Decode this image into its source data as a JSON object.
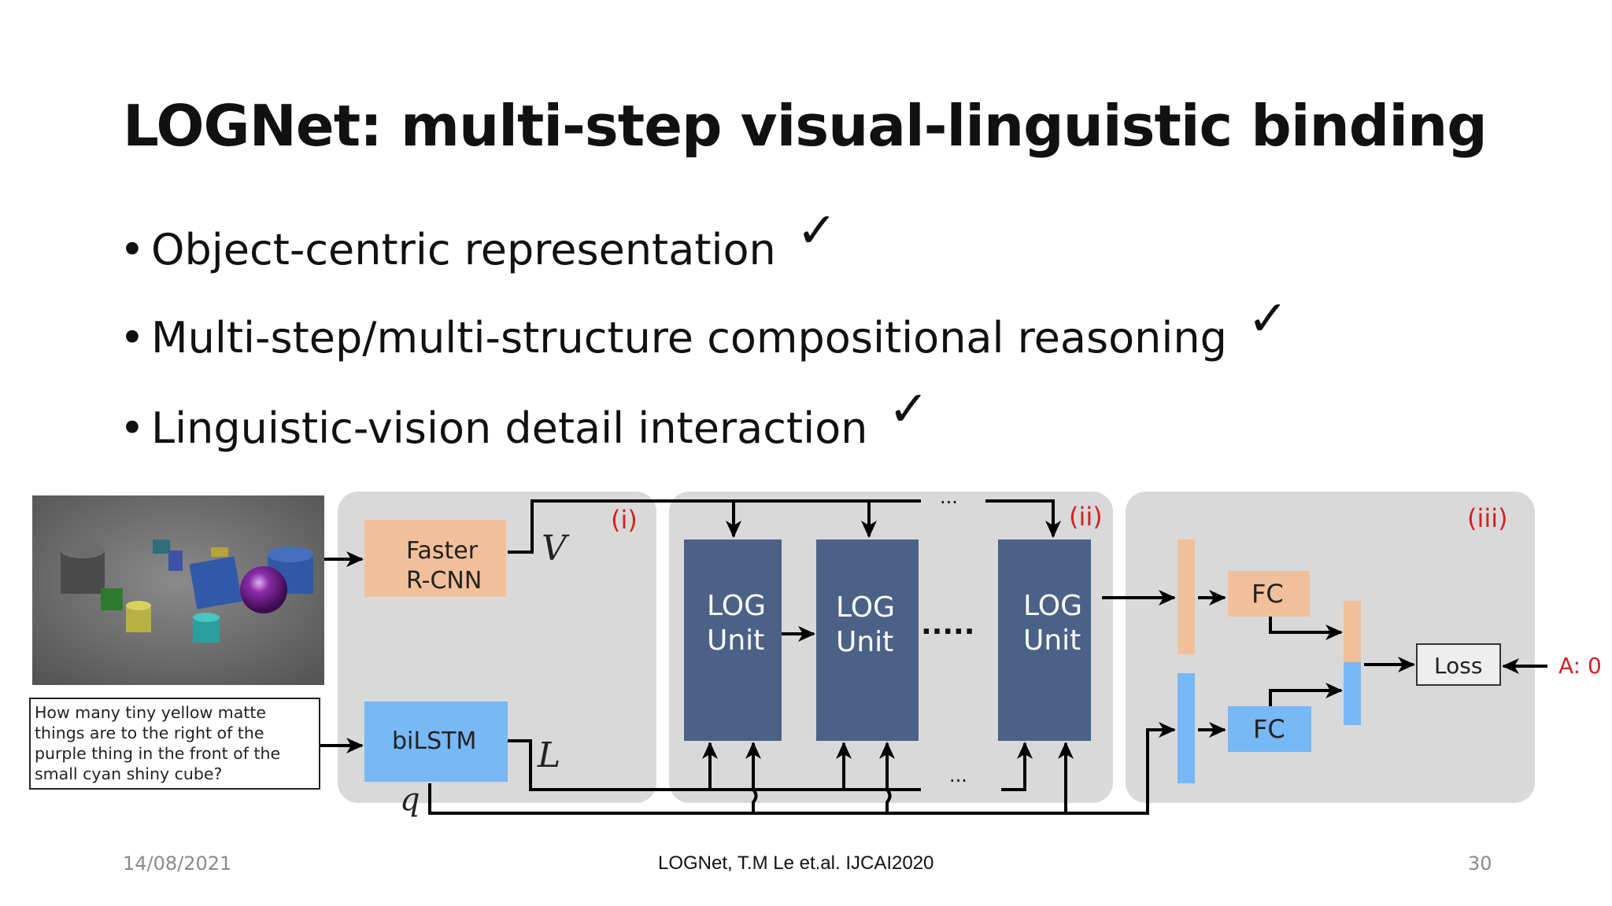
{
  "slide": {
    "title": "LOGNet: multi-step visual-linguistic binding",
    "bullets": [
      {
        "text": "Object-centric representation",
        "check": "✓"
      },
      {
        "text": "Multi-step/multi-structure compositional reasoning",
        "check": "✓"
      },
      {
        "text": "Linguistic-vision detail interaction",
        "check": "✓"
      }
    ],
    "footer": {
      "date": "14/08/2021",
      "citation": "LOGNet, T.M Le et.al. IJCAI2020",
      "page": "30"
    }
  },
  "diagram": {
    "question": "How many tiny yellow matte things are to the right of the purple thing in the front of the small cyan shiny cube?",
    "section_labels": [
      "(i)",
      "(ii)",
      "(iii)"
    ],
    "boxes": {
      "faster_rcnn": [
        "Faster",
        "R-CNN"
      ],
      "bilstm": "biLSTM",
      "log_unit": [
        "LOG",
        "Unit"
      ],
      "fc": "FC",
      "loss": "Loss"
    },
    "symbols": {
      "v": "V",
      "l": "L",
      "q": "q"
    },
    "answer": "A: 0",
    "ellipsis": "...",
    "dots": "·····",
    "colors": {
      "panel": "#d9d9d9",
      "orange": "#f1c09a",
      "blue": "#77b8f6",
      "log_unit": "#4b6186",
      "red_label": "#d42020"
    }
  }
}
